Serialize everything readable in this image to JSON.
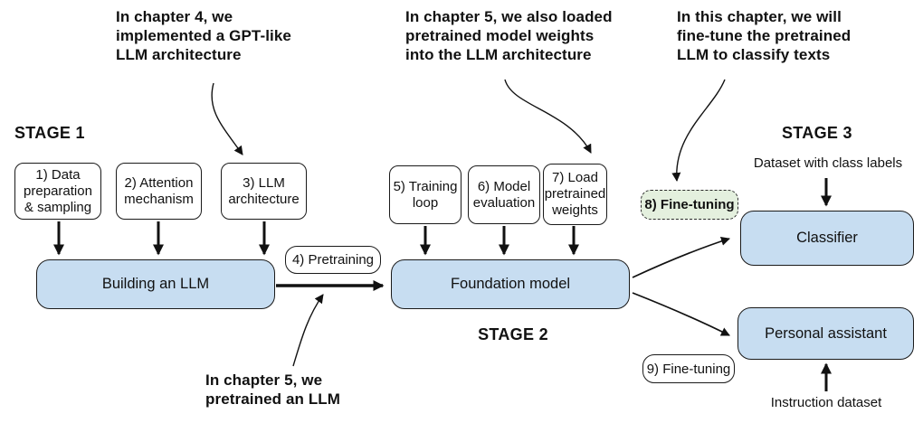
{
  "annotations": {
    "chapter4": "In chapter 4, we\nimplemented a GPT-like\nLLM architecture",
    "chapter5_top": "In chapter 5, we also loaded\npretrained model weights\ninto the LLM architecture",
    "this_chapter": "In this chapter, we will\nfine-tune the pretrained\nLLM to classify texts",
    "chapter5_bottom": "In chapter 5, we\npretrained an LLM"
  },
  "stages": {
    "stage1": "STAGE 1",
    "stage2": "STAGE 2",
    "stage3": "STAGE 3"
  },
  "steps": {
    "step1": "1) Data\npreparation\n& sampling",
    "step2": "2) Attention\nmechanism",
    "step3": "3) LLM\narchitecture",
    "step4": "4) Pretraining",
    "step5": "5) Training\nloop",
    "step6": "6) Model\nevaluation",
    "step7": "7) Load\npretrained\nweights",
    "step8": "8) Fine-tuning",
    "step9": "9) Fine-tuning"
  },
  "nodes": {
    "building_llm": "Building an LLM",
    "foundation_model": "Foundation model",
    "classifier": "Classifier",
    "personal_assistant": "Personal assistant"
  },
  "labels": {
    "dataset_class": "Dataset with class labels",
    "instruction_dataset": "Instruction dataset"
  },
  "colors": {
    "node_fill": "#c7ddf1",
    "highlight_fill": "#e4f0de",
    "stroke": "#1a1a1a",
    "text": "#111111"
  }
}
